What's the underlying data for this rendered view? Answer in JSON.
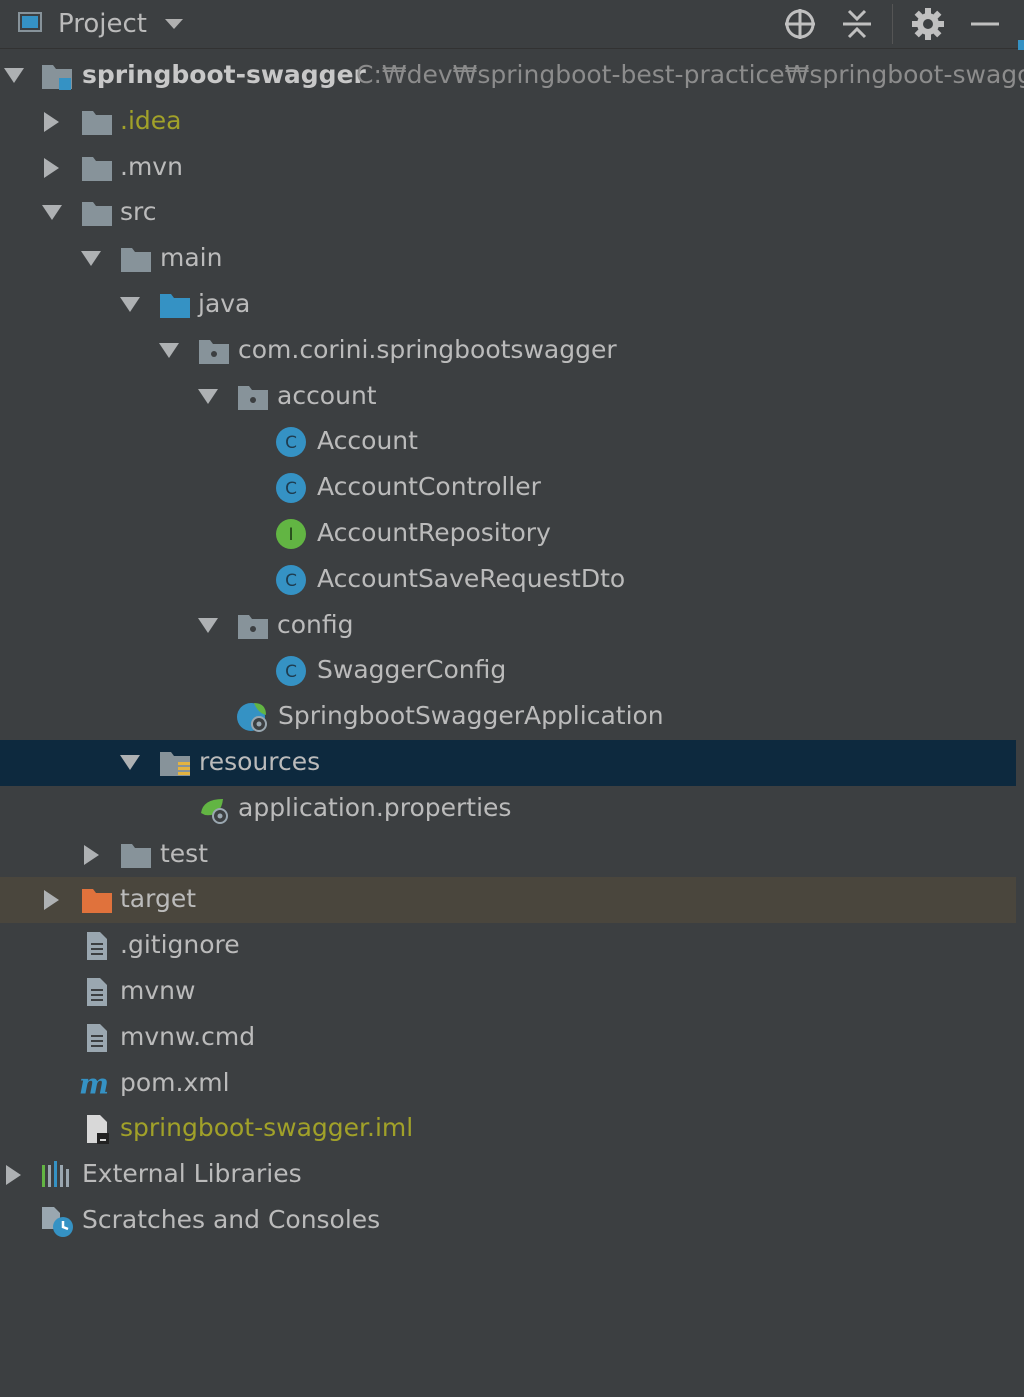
{
  "header": {
    "title": "Project",
    "icons": [
      "project-window-icon",
      "chevron-down-icon",
      "locate-icon",
      "collapse-all-icon",
      "gear-icon",
      "minimize-icon"
    ]
  },
  "colors": {
    "background": "#3c3f41",
    "selection": "#0d293e",
    "excluded": "#4a463d",
    "folder": "#87939a",
    "source_folder": "#3592c4",
    "excluded_folder": "#e0723c",
    "class_badge": "#3592c4",
    "interface_badge": "#62b543",
    "ignored_text": "#a1a129"
  },
  "tree": {
    "root": {
      "label": "springboot-swagger",
      "path": "C:₩dev₩springboot-best-practice₩springboot-swagger"
    },
    "idea": ".idea",
    "mvn": ".mvn",
    "src": "src",
    "main": "main",
    "java": "java",
    "package": "com.corini.springbootswagger",
    "account": "account",
    "account_class": "Account",
    "account_controller": "AccountController",
    "account_repository": "AccountRepository",
    "account_save_dto": "AccountSaveRequestDto",
    "config": "config",
    "swagger_config": "SwaggerConfig",
    "application_class": "SpringbootSwaggerApplication",
    "resources": "resources",
    "application_properties": "application.properties",
    "test": "test",
    "target": "target",
    "gitignore": ".gitignore",
    "mvnw": "mvnw",
    "mvnw_cmd": "mvnw.cmd",
    "pom": "pom.xml",
    "iml": "springboot-swagger.iml",
    "external_libraries": "External Libraries",
    "scratches": "Scratches and Consoles"
  },
  "badges": {
    "class": "C",
    "interface": "I",
    "maven": "m"
  }
}
